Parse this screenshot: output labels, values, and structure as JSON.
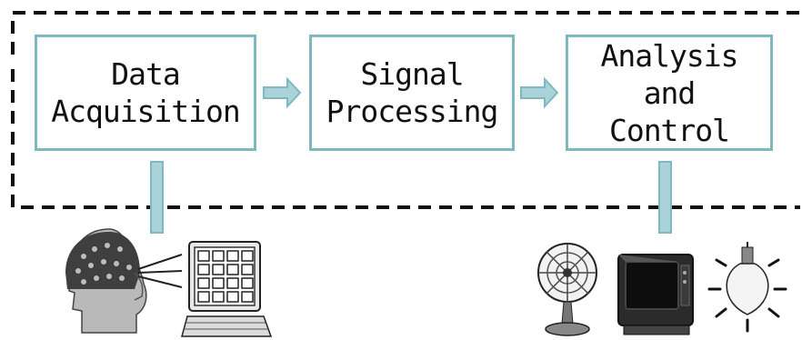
{
  "diagram": {
    "stages": [
      {
        "label": "Data\nAcquisition"
      },
      {
        "label": "Signal\nProcessing"
      },
      {
        "label": "Analysis\nand\nControl"
      }
    ],
    "icons": {
      "input": [
        "eeg-cap-head-icon",
        "computer-monitor-icon"
      ],
      "output": [
        "fan-icon",
        "television-icon",
        "light-bulb-icon"
      ]
    },
    "colors": {
      "box_border": "#7fb9bf",
      "connector_fill": "#a9d3d8",
      "dashed_border": "#111111"
    }
  }
}
